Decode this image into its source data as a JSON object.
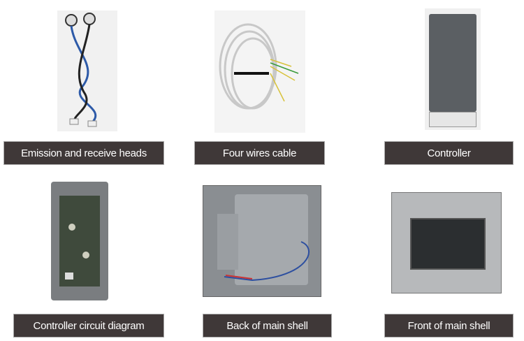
{
  "items": [
    {
      "label": "Emission and receive heads",
      "icon": "sensor-heads-photo"
    },
    {
      "label": "Four wires cable",
      "icon": "cable-photo"
    },
    {
      "label": "Controller",
      "icon": "controller-photo"
    },
    {
      "label": "Controller circuit diagram",
      "icon": "circuit-board-photo"
    },
    {
      "label": "Back of main shell",
      "icon": "shell-back-photo"
    },
    {
      "label": "Front of main shell",
      "icon": "shell-front-photo"
    }
  ],
  "colors": {
    "label_bg": "#3f3838",
    "label_text": "#ffffff"
  }
}
